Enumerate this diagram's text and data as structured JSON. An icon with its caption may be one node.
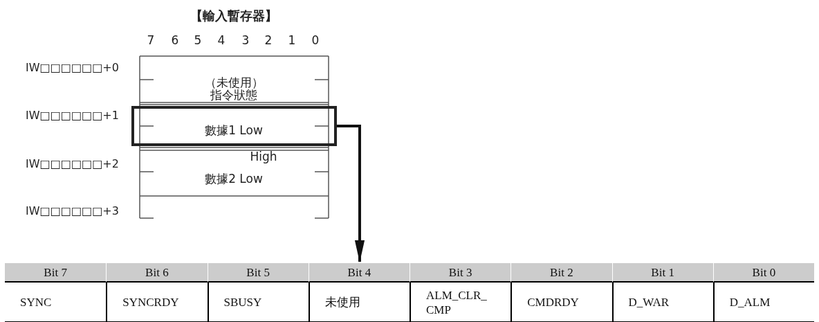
{
  "diagram": {
    "title": "【輸入暫存器】",
    "nodes": [
      {
        "text": [],
        "shape": "box"
      },
      {
        "text": [
          "Bit 7",
          "Bit 6",
          "Bit 5",
          "Bit 4",
          "Bit 3",
          "Bit 2",
          "Bit 1",
          "Bit 0",
          "SYNC",
          "SYNCRDY",
          "SBUSY",
          "未使用",
          "ALM_CLR_CMP",
          "CMDRDY",
          "D_WAR",
          "D_ALM"
        ]
      }
    ],
    "edges": [
      {
        "from": 0,
        "to": 1,
        "arrow": "to"
      }
    ],
    "labels": [
      "7",
      "6",
      "5",
      "4",
      "3",
      "2",
      "1",
      "0",
      "IW□□□□□□+0",
      "（未使用）",
      "指令狀態",
      "IW□□□□□□+1",
      "數據1 Low",
      "High",
      "IW□□□□□□+2",
      "數據2 Low",
      "IW□□□□□□+3"
    ]
  }
}
